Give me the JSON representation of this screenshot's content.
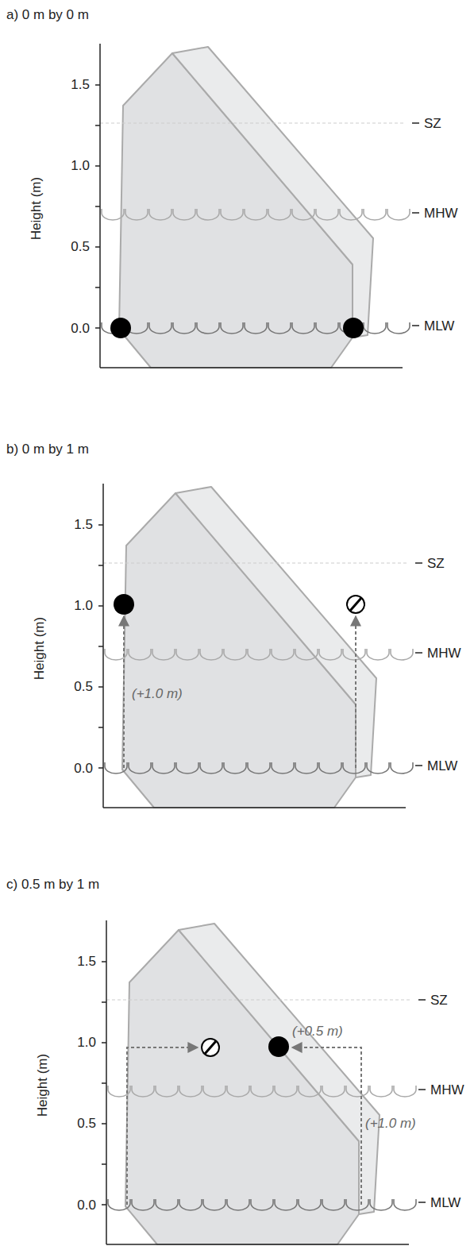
{
  "diagram": {
    "labels": [
      "a) 0 m by 0 m",
      "1.5",
      "1.0",
      "0.5",
      "0.0",
      "Height (m)",
      "SZ",
      "MHW",
      "MLW",
      "b) 0 m by 1 m",
      "1.5",
      "1.0",
      "0.5",
      "0.0",
      "Height (m)",
      "SZ",
      "MHW",
      "MLW",
      "(+1.0 m)",
      "c) 0.5 m by 1 m",
      "1.5",
      "1.0",
      "0.5",
      "0.0",
      "Height (m)",
      "SZ",
      "MHW",
      "MLW",
      "(+0.5 m)",
      "(+1.0 m)"
    ]
  }
}
